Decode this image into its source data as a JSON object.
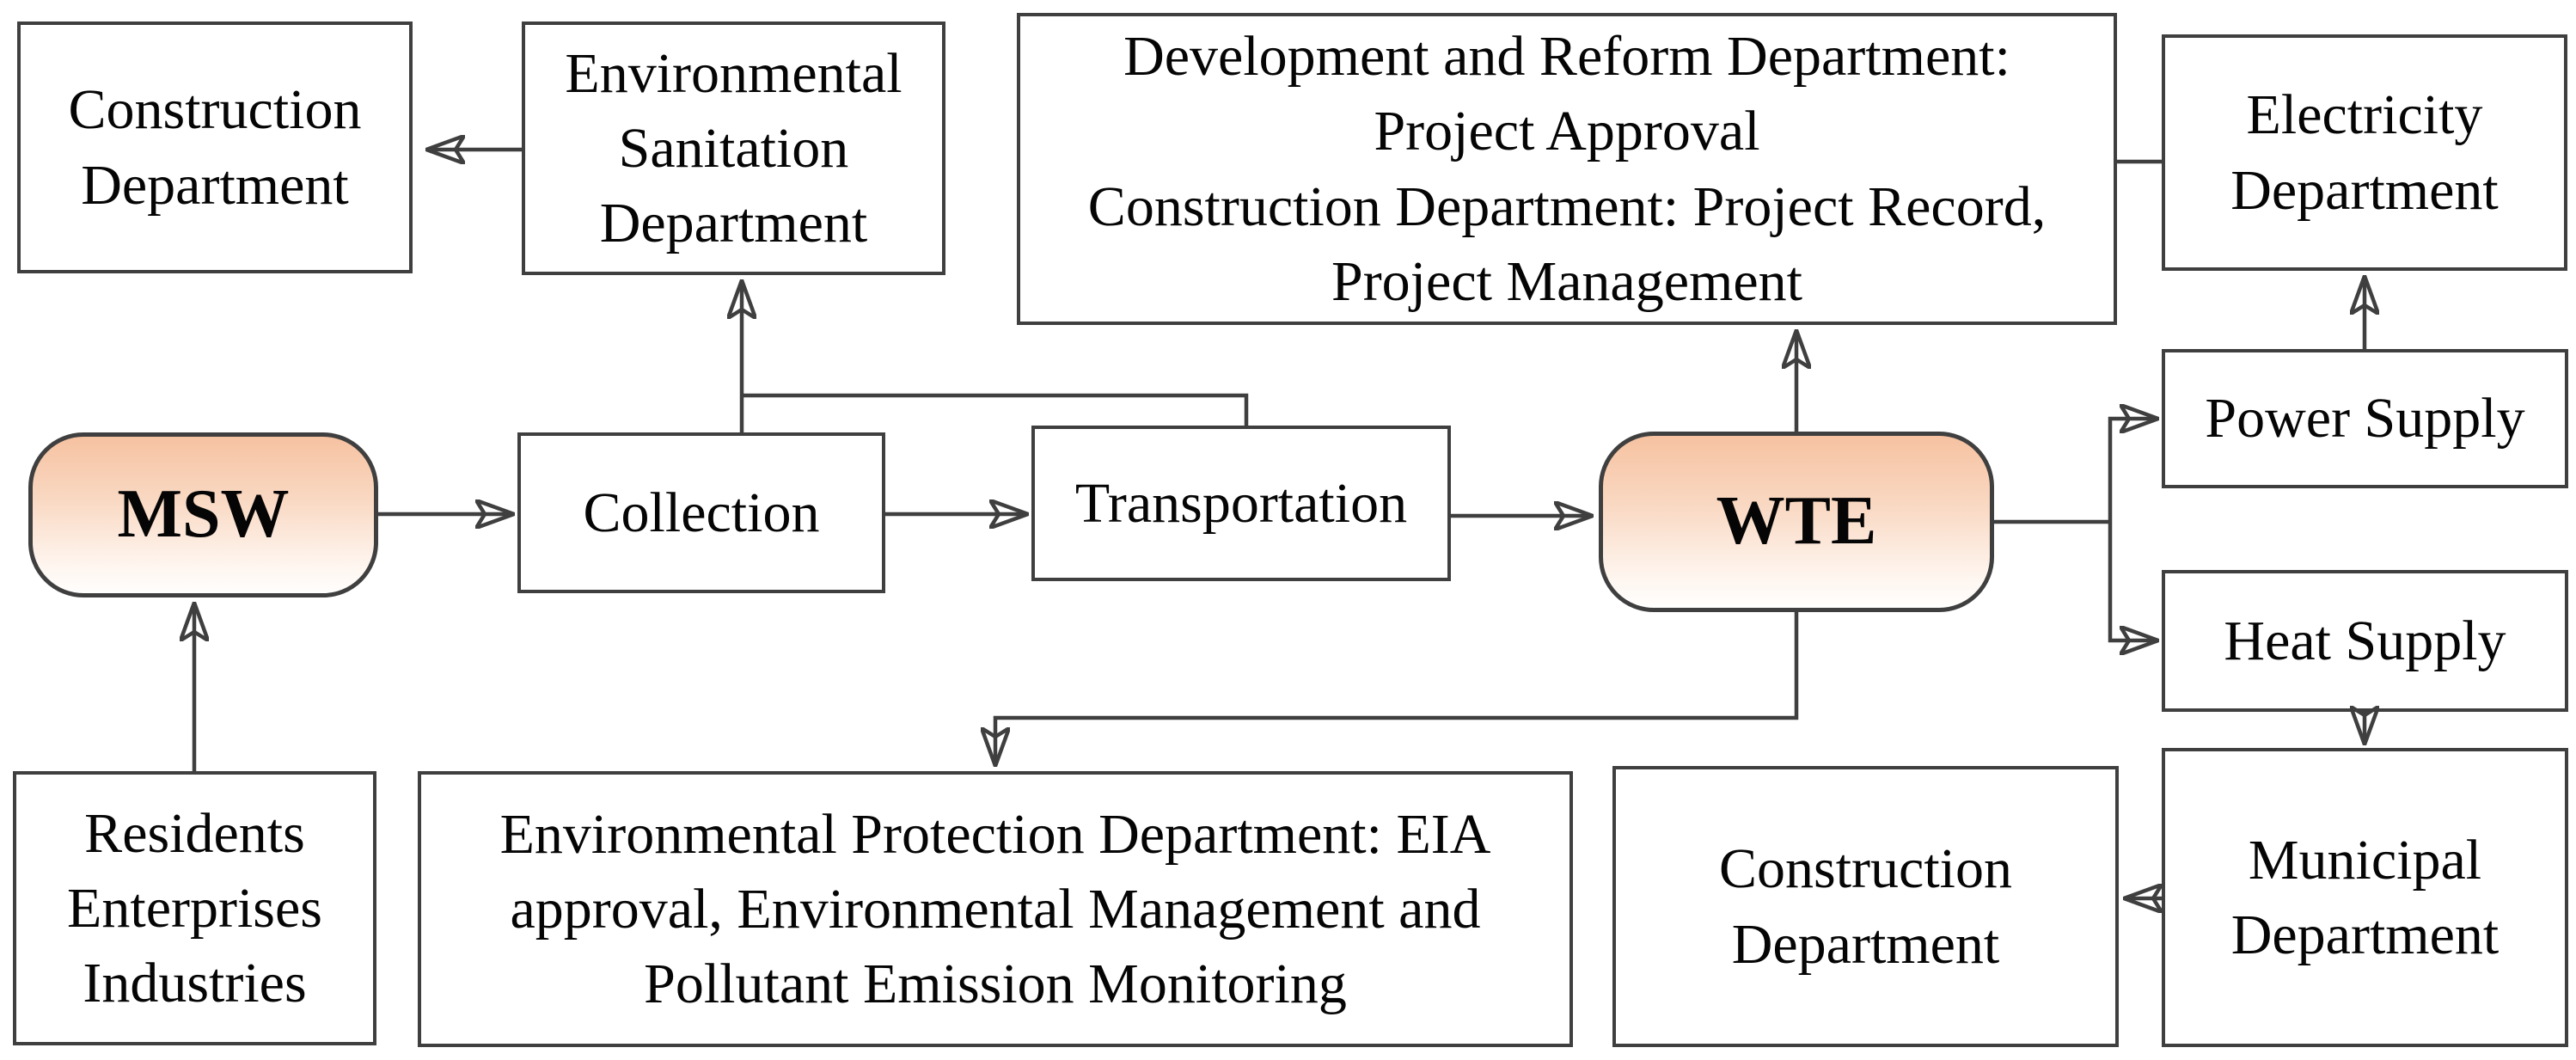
{
  "diagram": {
    "title": "MSW collection and WTE supervision flowchart",
    "colors": {
      "line": "#3f3f3f",
      "box_border": "#3f3f3f",
      "box_fill": "#ffffff",
      "terminal_gradient_top": "#f6c2a1",
      "terminal_gradient_bottom": "#fffefd",
      "text": "#050505"
    },
    "nodes": {
      "construction_top": {
        "label": "Construction\nDepartment",
        "shape": "rect"
      },
      "env_sanitation": {
        "label": "Environmental\nSanitation\nDepartment",
        "shape": "rect"
      },
      "dev_reform": {
        "label": "Development and Reform Department:\nProject Approval\nConstruction Department: Project Record,\nProject Management",
        "shape": "rect"
      },
      "electricity": {
        "label": "Electricity\nDepartment",
        "shape": "rect"
      },
      "msw": {
        "label": "MSW",
        "shape": "rounded"
      },
      "collection": {
        "label": "Collection",
        "shape": "rect"
      },
      "transportation": {
        "label": "Transportation",
        "shape": "rect"
      },
      "wte": {
        "label": "WTE",
        "shape": "rounded"
      },
      "power_supply": {
        "label": "Power Supply",
        "shape": "rect"
      },
      "heat_supply": {
        "label": "Heat Supply",
        "shape": "rect"
      },
      "residents": {
        "label": "Residents\nEnterprises\nIndustries",
        "shape": "rect"
      },
      "epd": {
        "label": "Environmental Protection Department: EIA\napproval, Environmental Management and\nPollutant Emission Monitoring",
        "shape": "rect"
      },
      "construction_bottom": {
        "label": "Construction\nDepartment",
        "shape": "rect"
      },
      "municipal": {
        "label": "Municipal\nDepartment",
        "shape": "rect"
      }
    },
    "edges": [
      {
        "from": "env_sanitation",
        "to": "construction_top",
        "arrow": true
      },
      {
        "from": "collection",
        "to": "env_sanitation",
        "arrow": true
      },
      {
        "from": "transportation",
        "to": "env_sanitation",
        "arrow": true
      },
      {
        "from": "msw",
        "to": "collection",
        "arrow": true
      },
      {
        "from": "collection",
        "to": "transportation",
        "arrow": true
      },
      {
        "from": "transportation",
        "to": "wte",
        "arrow": true
      },
      {
        "from": "wte",
        "to": "dev_reform",
        "arrow": true
      },
      {
        "from": "residents",
        "to": "msw",
        "arrow": true
      },
      {
        "from": "wte",
        "to": "power_supply",
        "arrow": true
      },
      {
        "from": "wte",
        "to": "heat_supply",
        "arrow": true
      },
      {
        "from": "power_supply",
        "to": "electricity",
        "arrow": true
      },
      {
        "from": "heat_supply",
        "to": "municipal",
        "arrow": true
      },
      {
        "from": "municipal",
        "to": "construction_bottom",
        "arrow": true
      },
      {
        "from": "wte",
        "to": "epd",
        "arrow": true
      },
      {
        "from": "dev_reform",
        "to": "electricity",
        "arrow": false
      }
    ]
  }
}
